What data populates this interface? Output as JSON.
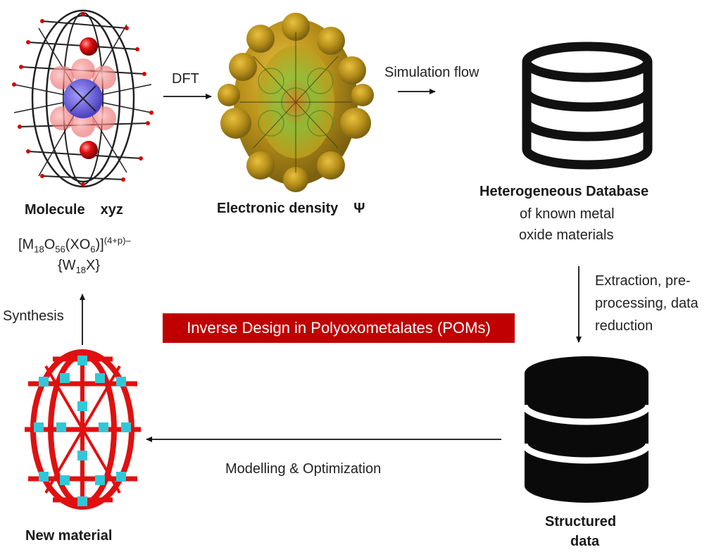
{
  "molecule": {
    "label": "Molecule",
    "format": "xyz",
    "formula_main": "[M",
    "formula_sub1": "18",
    "formula_mid1": "O",
    "formula_sub2": "56",
    "formula_mid2": "(XO",
    "formula_sub3": "6",
    "formula_end": ")]",
    "formula_sup": "(4+p)–",
    "formula2_start": "{W",
    "formula2_sub": "18",
    "formula2_end": "X}"
  },
  "density": {
    "label": "Electronic density",
    "symbol": "Ψ"
  },
  "arrows": {
    "dft": "DFT",
    "simulation": "Simulation flow",
    "extraction_1": "Extraction, pre-",
    "extraction_2": "processing, data",
    "extraction_3": "reduction",
    "modelling": "Modelling & Optimization",
    "synthesis": "Synthesis"
  },
  "database": {
    "title": "Heterogeneous Database",
    "line2": "of known metal",
    "line3": "oxide materials"
  },
  "structured": {
    "line1": "Structured",
    "line2": "data"
  },
  "new_material": {
    "label": "New material"
  },
  "banner": {
    "text": "Inverse Design in Polyoxometalates (POMs)"
  },
  "colors": {
    "banner": "#c00000",
    "oxygen": "#e01010",
    "tungsten": "#30c8d8",
    "density_outer": "#c89a18",
    "density_inner": "#6fae32",
    "sphere_red": "#d40000",
    "sphere_blue": "#5a50d0"
  }
}
